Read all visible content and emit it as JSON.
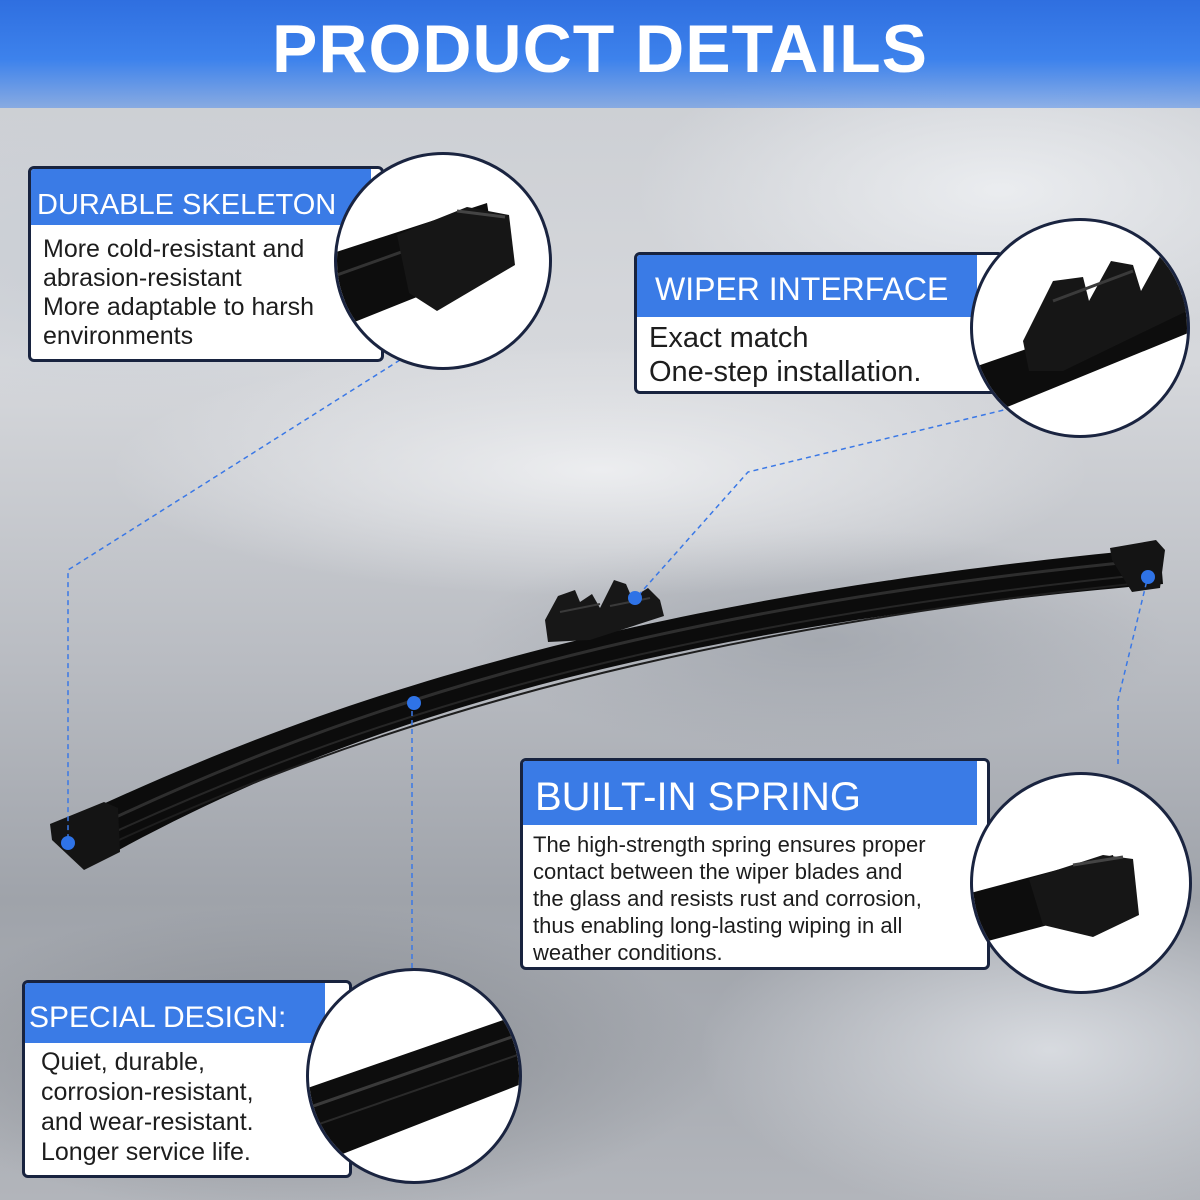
{
  "header": {
    "title": "PRODUCT DETAILS"
  },
  "callouts": {
    "durable": {
      "title": "DURABLE SKELETON",
      "lines": [
        "More cold-resistant and",
        "abrasion-resistant",
        "More adaptable to harsh",
        "environments"
      ]
    },
    "interface": {
      "title": "WIPER INTERFACE",
      "lines": [
        "Exact match",
        "One-step installation."
      ]
    },
    "spring": {
      "title": "BUILT-IN SPRING",
      "lines": [
        "The high-strength spring ensures proper",
        "contact between the wiper blades and",
        "the glass and resists rust and corrosion,",
        "thus enabling long-lasting wiping in all",
        "weather conditions."
      ]
    },
    "design": {
      "title": "SPECIAL DESIGN:",
      "lines": [
        "Quiet, durable,",
        "corrosion-resistant,",
        "and wear-resistant.",
        "Longer service life."
      ]
    }
  },
  "colors": {
    "accent": "#3a7be6",
    "border": "#18233f",
    "marker": "#2f73e6"
  },
  "icons": [
    "wiper-blade-product",
    "end-cap-closeup",
    "connector-closeup",
    "spring-end-closeup",
    "rubber-strip-closeup"
  ]
}
